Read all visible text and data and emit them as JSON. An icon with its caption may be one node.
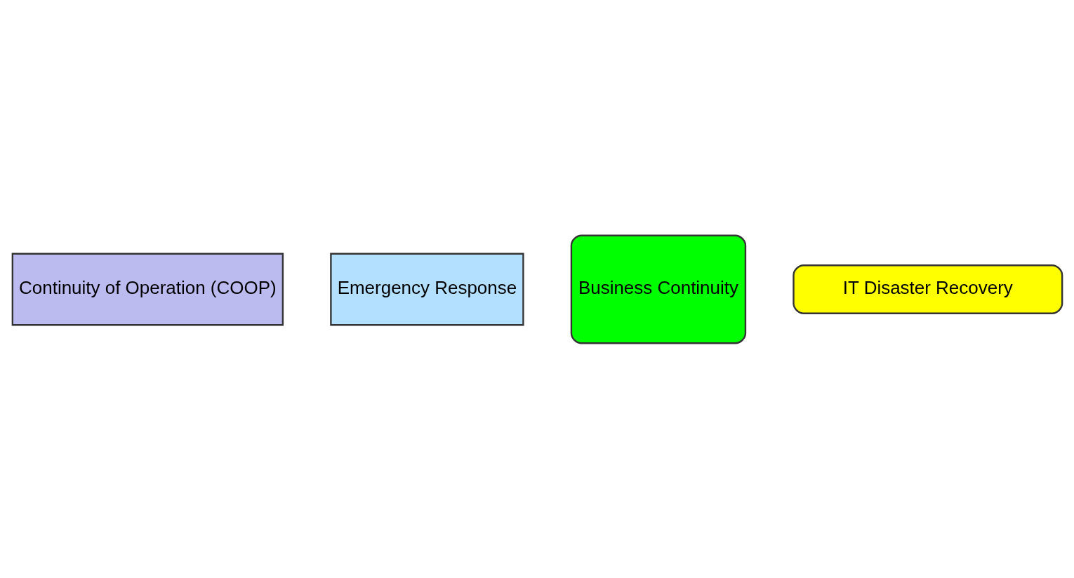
{
  "diagram": {
    "nodes": [
      {
        "text": [
          "Continuity of Operation (COOP)"
        ]
      },
      {
        "text": [
          "Emergency Response"
        ]
      },
      {
        "text": [
          "Business Continuity"
        ]
      },
      {
        "text": [
          "IT Disaster Recovery"
        ]
      }
    ]
  }
}
